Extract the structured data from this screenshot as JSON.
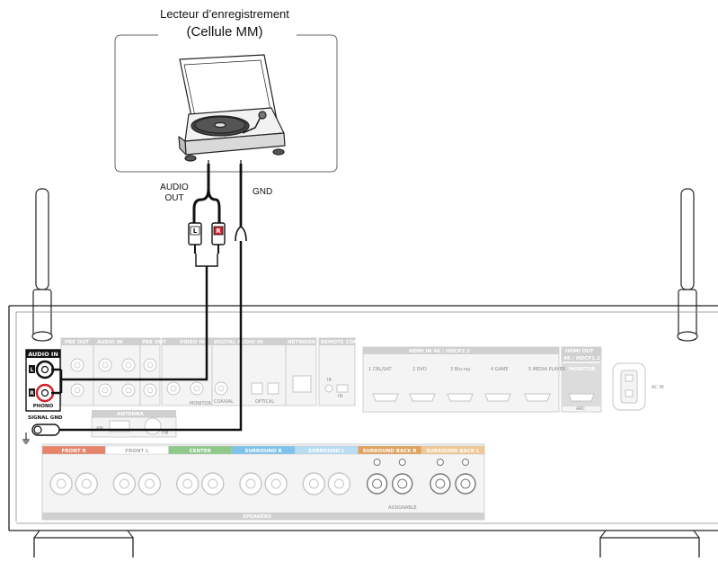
{
  "device": {
    "title_line1": "Lecteur d’enregistrement",
    "title_line2": "(Cellule MM)"
  },
  "cable_labels": {
    "audio_out_line1": "AUDIO",
    "audio_out_line2": "OUT",
    "gnd": "GND",
    "plug_left": "L",
    "plug_right": "R"
  },
  "receiver": {
    "audio_in": "AUDIO IN",
    "phono": "PHONO",
    "signal_gnd": "SIGNAL GND",
    "jack_left": "L",
    "jack_right": "R",
    "pre_out": "PRE OUT",
    "audio_in_group": "AUDIO IN",
    "video_in": "VIDEO IN",
    "digital_audio_in": "DIGITAL AUDIO IN",
    "network": "NETWORK",
    "remote_control": "REMOTE CONTROL",
    "ir": "IR",
    "in": "IN",
    "monitor": "MONITOR",
    "coaxial": "COAXIAL",
    "optical": "OPTICAL",
    "antenna": "ANTENNA",
    "am": "AM",
    "fm": "FM",
    "hdmi_in_header": "HDMI IN 4K / HDCP2.2",
    "hdmi_inputs": [
      "1 CBL/SAT",
      "2 DVD",
      "3 Blu-ray",
      "4 GAME",
      "5 MEDIA PLAYER"
    ],
    "hdmi_out_header": "HDMI OUT",
    "hdmi_out_sub": "4K / HDCP2.2",
    "hdmi_monitor": "MONITOR",
    "arc": "ARC",
    "ac_in": "AC IN",
    "speakers": "SPEAKERS",
    "assignable": "ASSIGNABLE",
    "speaker_groups": [
      {
        "label": "FRONT R",
        "color": "#e8846a"
      },
      {
        "label": "FRONT L",
        "color": "#ffffff"
      },
      {
        "label": "CENTER",
        "color": "#8fc98a"
      },
      {
        "label": "SURROUND R",
        "color": "#7ec3ea"
      },
      {
        "label": "SURROUND L",
        "color": "#b8dcf2"
      },
      {
        "label": "SURROUND BACK R",
        "color": "#e0a15a"
      },
      {
        "label": "SURROUND BACK L",
        "color": "#efc893"
      }
    ]
  }
}
